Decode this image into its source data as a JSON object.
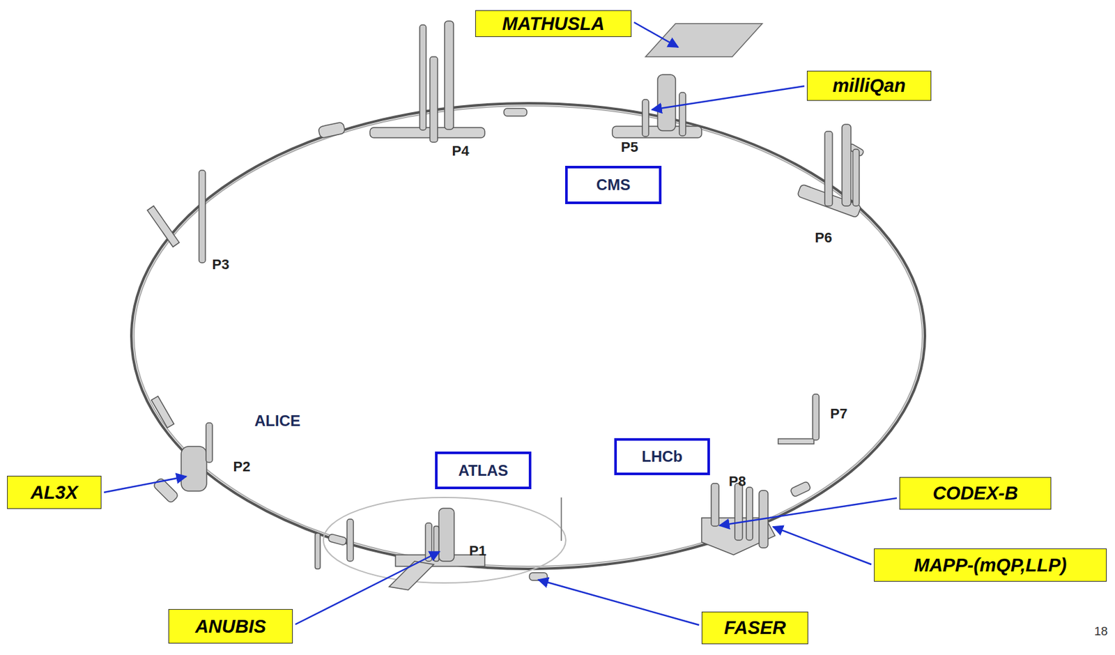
{
  "diagram": {
    "nodes": [
      {
        "text": [
          "MATHUSLA"
        ]
      },
      {
        "text": [
          "milliQan"
        ]
      },
      {
        "text": [
          "CMS"
        ]
      },
      {
        "text": [
          "AL3X"
        ]
      },
      {
        "text": [
          "ATLAS"
        ]
      },
      {
        "text": [
          "LHCb"
        ]
      },
      {
        "text": [
          "CODEX-B"
        ]
      },
      {
        "text": [
          "MAPP-(mQP,LLP)"
        ]
      },
      {
        "text": [
          "ANUBIS"
        ]
      },
      {
        "text": [
          "FASER"
        ]
      }
    ],
    "labels": [
      "P4",
      "P5",
      "P3",
      "P6",
      "ALICE",
      "P7",
      "P2",
      "P8",
      "P1",
      "18"
    ]
  }
}
